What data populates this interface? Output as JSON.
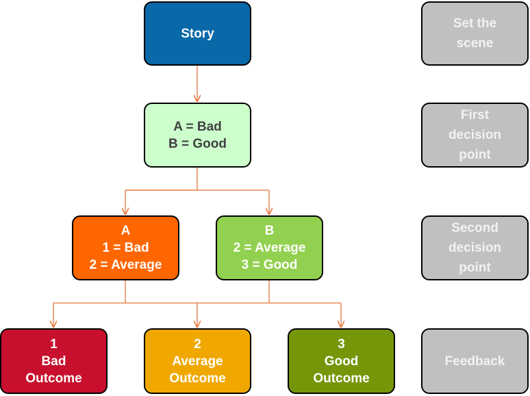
{
  "colors": {
    "story": "#0868a8",
    "first_decision": "#ccffcc",
    "branch_a": "#ff6600",
    "branch_b": "#92d050",
    "bad_outcome": "#c8102e",
    "average_outcome": "#f0a800",
    "good_outcome": "#76960a",
    "stage": "#c0c0c0",
    "connector": "#e8743b"
  },
  "nodes": {
    "story": {
      "lines": [
        "Story"
      ]
    },
    "first_decision": {
      "lines": [
        "A = Bad",
        "B = Good"
      ]
    },
    "branch_a": {
      "lines": [
        "A",
        "1 = Bad",
        "2 = Average"
      ]
    },
    "branch_b": {
      "lines": [
        "B",
        "2 = Average",
        "3 = Good"
      ]
    },
    "outcome_1": {
      "lines": [
        "1",
        "Bad",
        "Outcome"
      ]
    },
    "outcome_2": {
      "lines": [
        "2",
        "Average",
        "Outcome"
      ]
    },
    "outcome_3": {
      "lines": [
        "3",
        "Good",
        "Outcome"
      ]
    }
  },
  "stages": [
    {
      "lines": [
        "Set the",
        "scene"
      ]
    },
    {
      "lines": [
        "First",
        "decision",
        "point"
      ]
    },
    {
      "lines": [
        "Second",
        "decision",
        "point"
      ]
    },
    {
      "lines": [
        "Feedback"
      ]
    }
  ]
}
